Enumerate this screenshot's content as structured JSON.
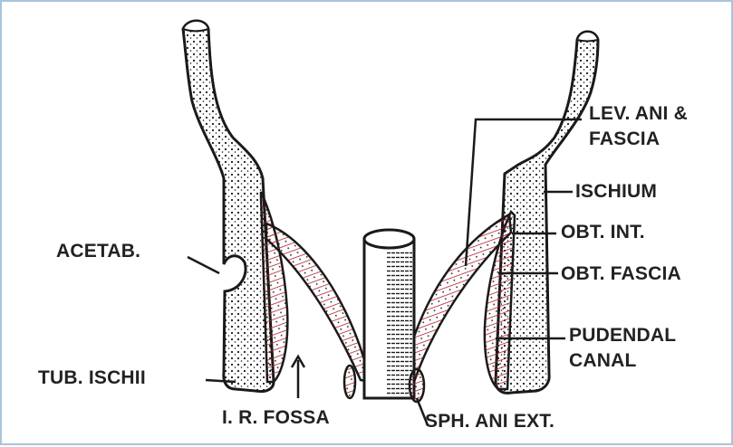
{
  "labels": {
    "acetab": "ACETAB.",
    "tub_ischii": "TUB. ISCHII",
    "ir_fossa": "I. R. FOSSA",
    "sph_ani_ext": "SPH. ANI EXT.",
    "lev_ani_line1": "LEV. ANI &",
    "lev_ani_line2": "FASCIA",
    "ischium": "ISCHIUM",
    "obt_int": "OBT. INT.",
    "obt_fascia": "OBT. FASCIA",
    "pudendal_line1": "PUDENDAL",
    "pudendal_line2": "CANAL"
  },
  "colors": {
    "ink": "#1a1a1a",
    "muscle_red": "#b3202a",
    "frame_border": "#a9c3dc",
    "background": "#ffffff"
  }
}
